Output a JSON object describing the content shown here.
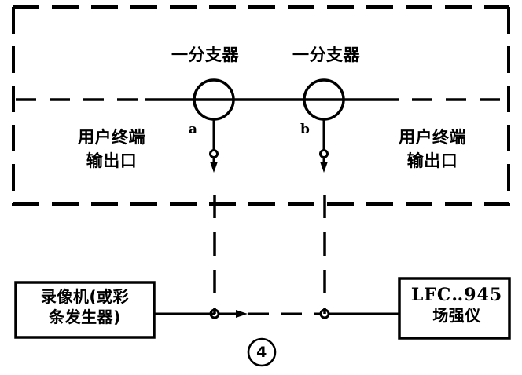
{
  "diagram": {
    "figure_number": "4",
    "splitters": [
      {
        "label": "一分支器",
        "node": "a"
      },
      {
        "label": "一分支器",
        "node": "b"
      }
    ],
    "ports": {
      "left": "用户终端\n输出口",
      "left_line1": "用户终端",
      "left_line2": "输出口",
      "right_line1": "用户终端",
      "right_line2": "输出口"
    },
    "boxes": {
      "source_line1": "录像机(或彩",
      "source_line2": "条发生器)",
      "meter_line1": "LFC‥945",
      "meter_line2": "场强仪"
    },
    "colors": {
      "ink": "#000000",
      "background": "#ffffff"
    }
  }
}
